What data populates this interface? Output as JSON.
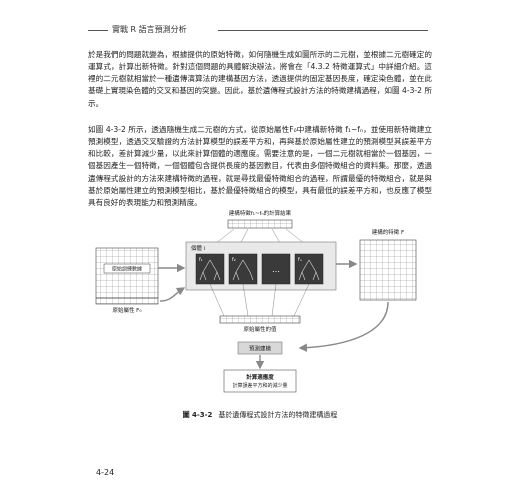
{
  "header": {
    "title": "實戰 R 語言預測分析"
  },
  "paragraphs": [
    "於是我們的問題就變為，根據提供的原始特徵，如何隨機生成如圖所示的二元樹，並根據二元樹確定的運算式，計算出新特徵。針對這個問題的具體解決辦法，將會在「4.3.2 特徵運算式」中詳細介紹。這裡的二元樹就相當於一種遺傳演算法的建構基因方法，透過提供的固定基因長度，確定染色體，並在此基礎上實現染色體的交叉和基因的突變。因此，基於遺傳程式設計方法的特徵建構過程，如圖 4-3-2 所示。",
    "如圖 4-3-2 所示，透過隨機生成二元樹的方式，從原始屬性F₀中建構新特徵 f₁~fₙ，並使用新特徵建立預測模型，透過交叉驗證的方法計算模型的誤差平方和，再與基於原始屬性建立的預測模型其誤差平方和比較，差計算減少量，以此來計算個體的適應度。需要注意的是，一個二元樹就相當於一個基因，一個基因產生一個特徵，一個個體包含提供長度的基因數目，代表由多個特徵組合的資料集。那麼，透過遺傳程式設計的方法來建構特徵的過程，就是尋找最優特徵組合的過程，所謂最優的特徵組合，就是與基於原始屬性建立的預測模型相比，基於最優特徵組合的模型，具有最低的誤差平方和，也反應了模型具有良好的表現能力和預測精度。"
  ],
  "diagram": {
    "top_label": "建構特徵f₁~fₙ的計算結果",
    "individual_label": "個體 i",
    "trees": [
      "f₁",
      "f₂",
      "fₙ"
    ],
    "ellipsis": "…",
    "dataset_label": "原始訓練數據",
    "attribute_label": "原始屬性 F₀",
    "attribute_values_label": "原始屬性的值",
    "feature_label": "建構的特徵 F",
    "predict_label": "預測建模",
    "fitness_line1": "計算適應度",
    "fitness_line2": "計算誤差平方和的減少量"
  },
  "caption": {
    "number": "圖 4-3-2",
    "text": "基於遺傳程式設計方法的特徵建構過程"
  },
  "page_number": "4-24"
}
